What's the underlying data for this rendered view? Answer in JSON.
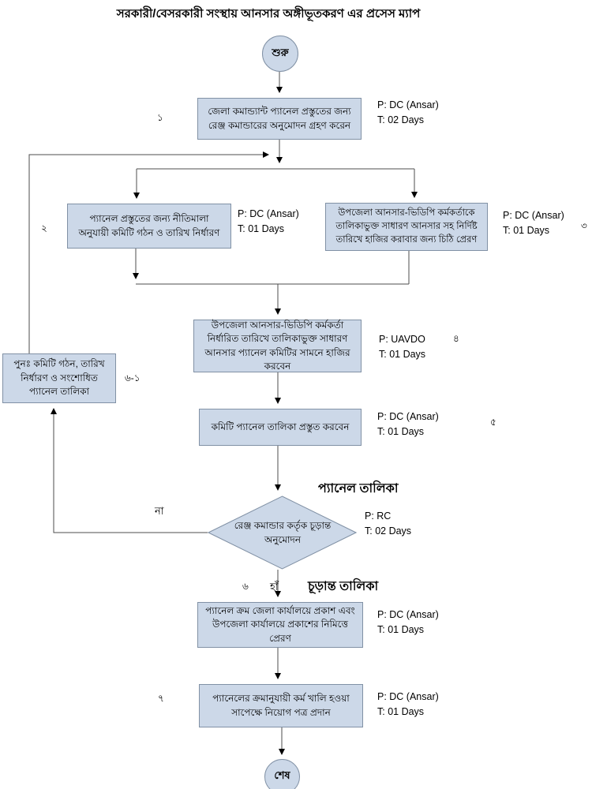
{
  "title": "সরকারী/বেসরকারী সংস্থায় আনসার অঙ্গীভূতকরণ এর প্রসেস ম্যাপ",
  "colors": {
    "node_fill": "#ccd8e8",
    "node_border": "#8191a5",
    "line": "#4d4d4d"
  },
  "terminals": {
    "start": "শুরু",
    "end": "শেষ"
  },
  "annotations": {
    "panel_list": "প্যানেল তালিকা",
    "final_list": "চূড়ান্ত তালিকা",
    "no": "না",
    "yes": "হাঁ"
  },
  "steps": {
    "s1": {
      "num": "১",
      "text": "জেলা কমান্ড্যান্ট প্যানেল প্রস্তুতের জন্য রেঞ্জ কমান্ডারের অনুমোদন গ্রহণ করেন",
      "p": "P: DC (Ansar)",
      "t": "T: 02 Days"
    },
    "s2": {
      "num": "২",
      "text": "প্যানেল প্রস্তুতের জন্য নীতিমালা অনুযায়ী কমিটি গঠন ও তারিখ নির্ধারণ",
      "p": "P: DC (Ansar)",
      "t": "T: 01 Days"
    },
    "s3": {
      "num": "৩",
      "text": "উপজেলা আনসার-ভিডিপি কর্মকর্তাকে তালিকাভুক্ত সাধারণ আনসার সহ নির্দিষ্ট তারিখে হাজির করাবার জন্য চিঠি প্রেরণ",
      "p": "P: DC (Ansar)",
      "t": "T: 01 Days"
    },
    "s4": {
      "num": "৪",
      "text": "উপজেলা আনসার-ভিডিপি কর্মকর্তা নির্ধারিত তারিখে তালিকাভুক্ত সাধারণ আনসার প্যানেল কমিটির সামনে হাজির করবেন",
      "p": "P: UAVDO",
      "t": "T: 01 Days"
    },
    "rework": {
      "num": "৬-১",
      "text": "পুনঃ  কমিটি গঠন, তারিখ নির্ধারণ ও সংশোধিত প্যানেল তালিকা"
    },
    "s5": {
      "num": "৫",
      "text": "কমিটি প্যানেল তালিকা প্রস্তুত করবেন",
      "p": "P: DC (Ansar)",
      "t": "T: 01 Days"
    },
    "decision": {
      "num": "৬",
      "text": "রেঞ্জ কমান্ডার কর্তৃক চূড়ান্ত অনুমোদন",
      "p": "P: RC",
      "t": "T: 02 Days"
    },
    "s6": {
      "text": "প্যানেল ক্রম জেলা কার্যালয়ে প্রকাশ এবং উপজেলা কার্যালয়ে প্রকাশের নিমিত্তে প্রেরণ",
      "p": "P: DC (Ansar)",
      "t": "T: 01 Days"
    },
    "s7": {
      "num": "৭",
      "text": "প্যানেলের ক্রমানুযায়ী কর্ম খালি হওয়া সাপেক্ষে নিয়োগ পত্র প্রদান",
      "p": "P: DC (Ansar)",
      "t": "T: 01 Days"
    }
  }
}
